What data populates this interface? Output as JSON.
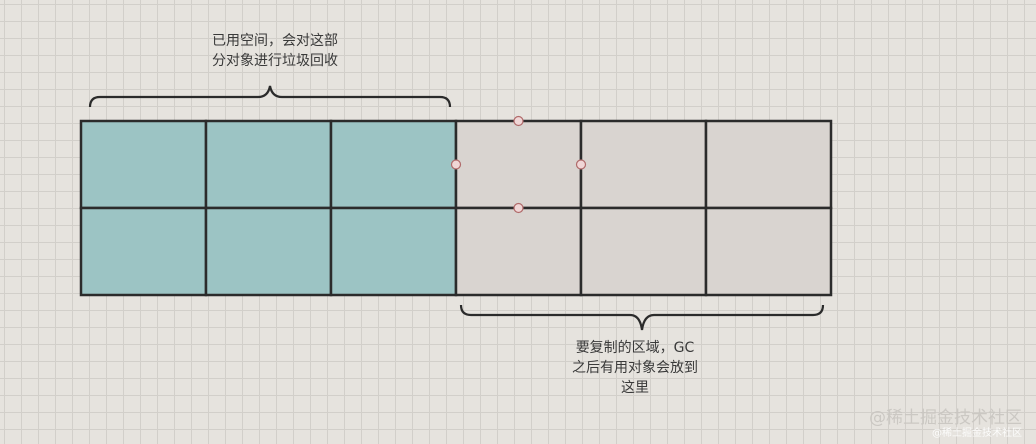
{
  "top_label": {
    "line1": "已用空间，会对这部",
    "line2": "分对象进行垃圾回收"
  },
  "bottom_label": {
    "line1": "要复制的区域，GC",
    "line2": "之后有用对象会放到",
    "line3": "这里"
  },
  "grid": {
    "rows": 2,
    "cols": 6,
    "used_cols": 3
  },
  "colors": {
    "used_fill": "#9cc4c4",
    "free_fill": "#d9d4d0",
    "border": "#2b2b2b",
    "handle_fill": "#f0d6d6",
    "handle_stroke": "#b06a6a"
  },
  "watermark": {
    "main": "@稀土掘金技术社区",
    "sub": "@稀土掘金技术社区"
  }
}
